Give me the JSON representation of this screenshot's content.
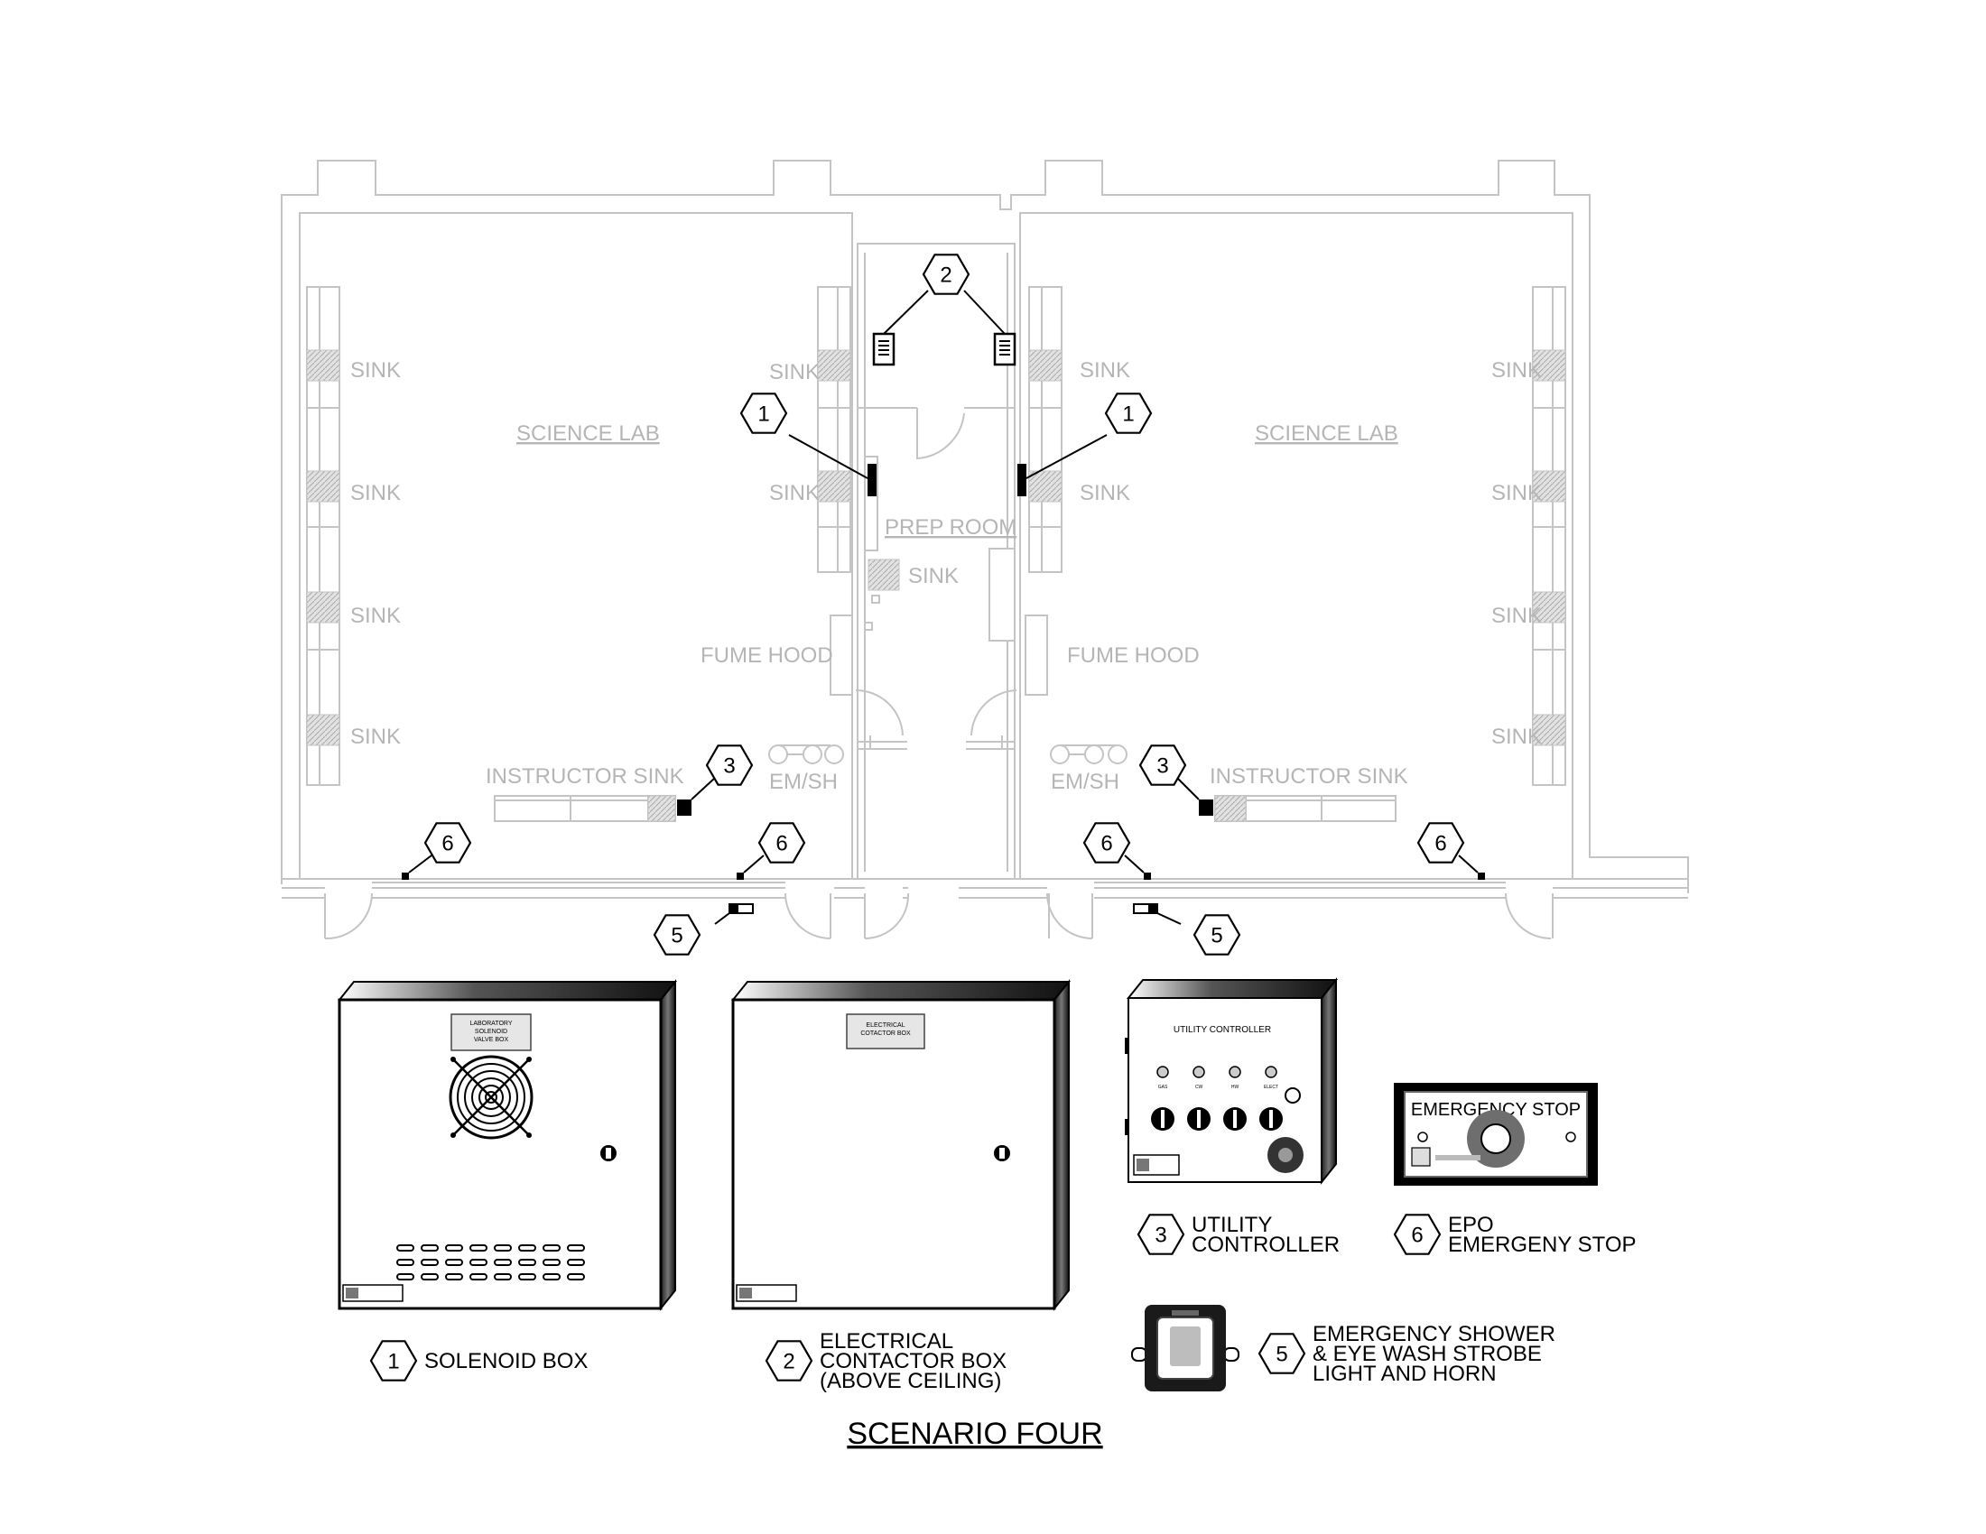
{
  "title": "SCENARIO FOUR",
  "rooms": {
    "left_lab": "SCIENCE LAB",
    "right_lab": "SCIENCE LAB",
    "prep_room": "PREP ROOM"
  },
  "fixtures": {
    "sink": "SINK",
    "fume_hood": "FUME HOOD",
    "instructor_sink": "INSTRUCTOR SINK",
    "em_sh": "EM/SH"
  },
  "tags": [
    "1",
    "2",
    "3",
    "5",
    "6"
  ],
  "equipment": {
    "solenoid_box_plate": [
      "LABORATORY",
      "SOLENOID",
      "VALVE BOX"
    ],
    "contactor_box_plate": [
      "ELECTRICAL",
      "COTACTOR BOX"
    ],
    "utility_controller_title": "UTILITY CONTROLLER",
    "utility_controller_indicators": [
      "GAS",
      "CW",
      "HW",
      "ELECT"
    ],
    "emergency_stop_label": "EMERGENCY STOP"
  },
  "legend": [
    {
      "num": "1",
      "lines": [
        "SOLENOID BOX"
      ]
    },
    {
      "num": "2",
      "lines": [
        "ELECTRICAL",
        "CONTACTOR BOX",
        "(ABOVE CEILING)"
      ]
    },
    {
      "num": "3",
      "lines": [
        "UTILITY",
        "CONTROLLER"
      ]
    },
    {
      "num": "6",
      "lines": [
        "EPO",
        "EMERGENY STOP"
      ]
    },
    {
      "num": "5",
      "lines": [
        "EMERGENCY SHOWER",
        "& EYE WASH STROBE",
        "LIGHT AND HORN"
      ]
    }
  ],
  "colors": {
    "plan_lines": "#c4c4c4",
    "plan_text": "#b5b5b5",
    "ink": "#000000"
  }
}
